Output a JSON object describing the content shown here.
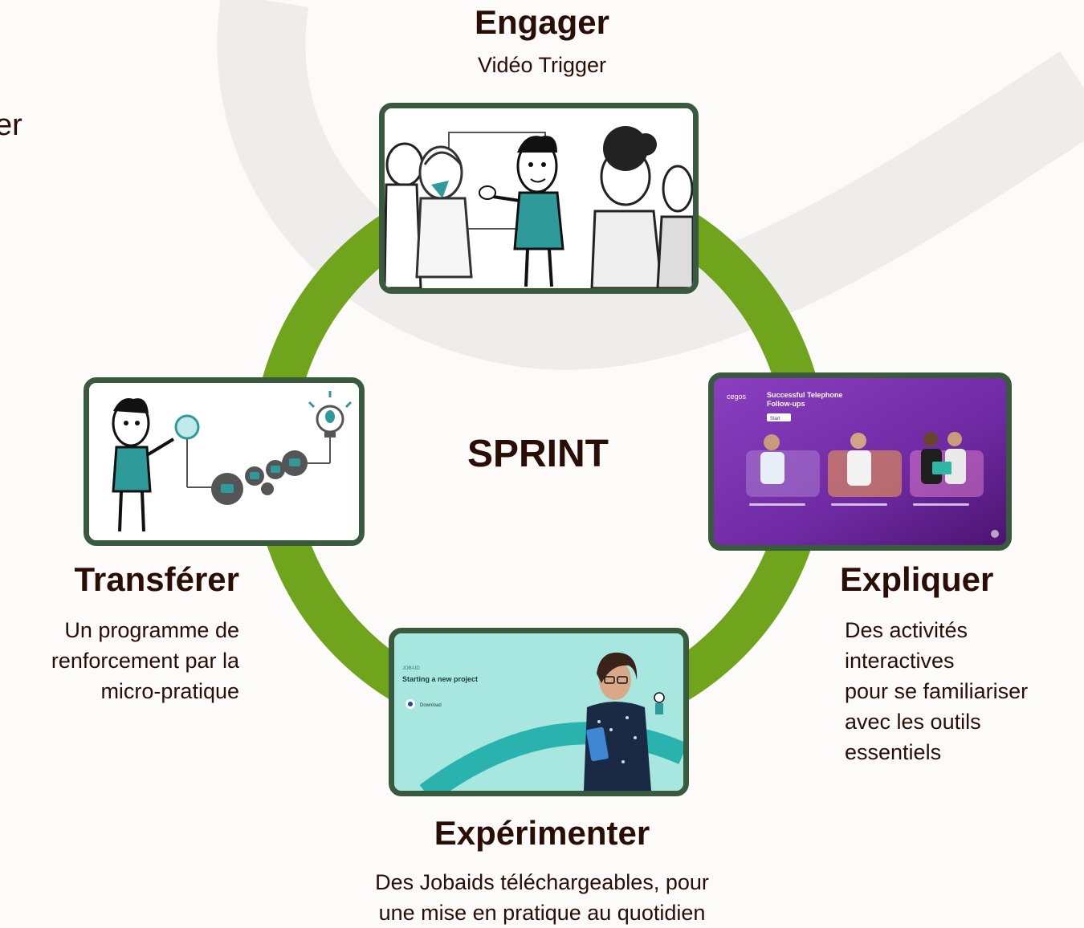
{
  "center_label": "SPRINT",
  "left_cut_text": "er",
  "stages": {
    "engager": {
      "title": "Engager",
      "description": "Vidéo Trigger"
    },
    "expliquer": {
      "title": "Expliquer",
      "description_lines": [
        "Des activités",
        "interactives",
        "pour se familiariser",
        "avec les outils",
        "essentiels"
      ],
      "screen_title_lines": [
        "Successful Telephone",
        "Follow-ups"
      ],
      "screen_logo": "cegos",
      "screen_button": "Start"
    },
    "experimenter": {
      "title": "Expérimenter",
      "description_lines": [
        "Des Jobaids téléchargeables, pour",
        "une mise en pratique au quotidien"
      ],
      "screen_kicker": "JOBAID",
      "screen_title": "Starting a new project",
      "screen_link": "Download"
    },
    "transferer": {
      "title": "Transférer",
      "description_lines": [
        "Un programme de",
        "renforcement par la",
        "micro-pratique"
      ]
    }
  },
  "colors": {
    "ring": "#6fa41c",
    "card_border": "#3a5a3e",
    "text": "#2a0d05",
    "background_swoosh": "#efedec",
    "expliquer_purple": "#7a2fa8",
    "experimenter_teal": "#a8e6e0",
    "figure_teal": "#2f9a9a"
  }
}
